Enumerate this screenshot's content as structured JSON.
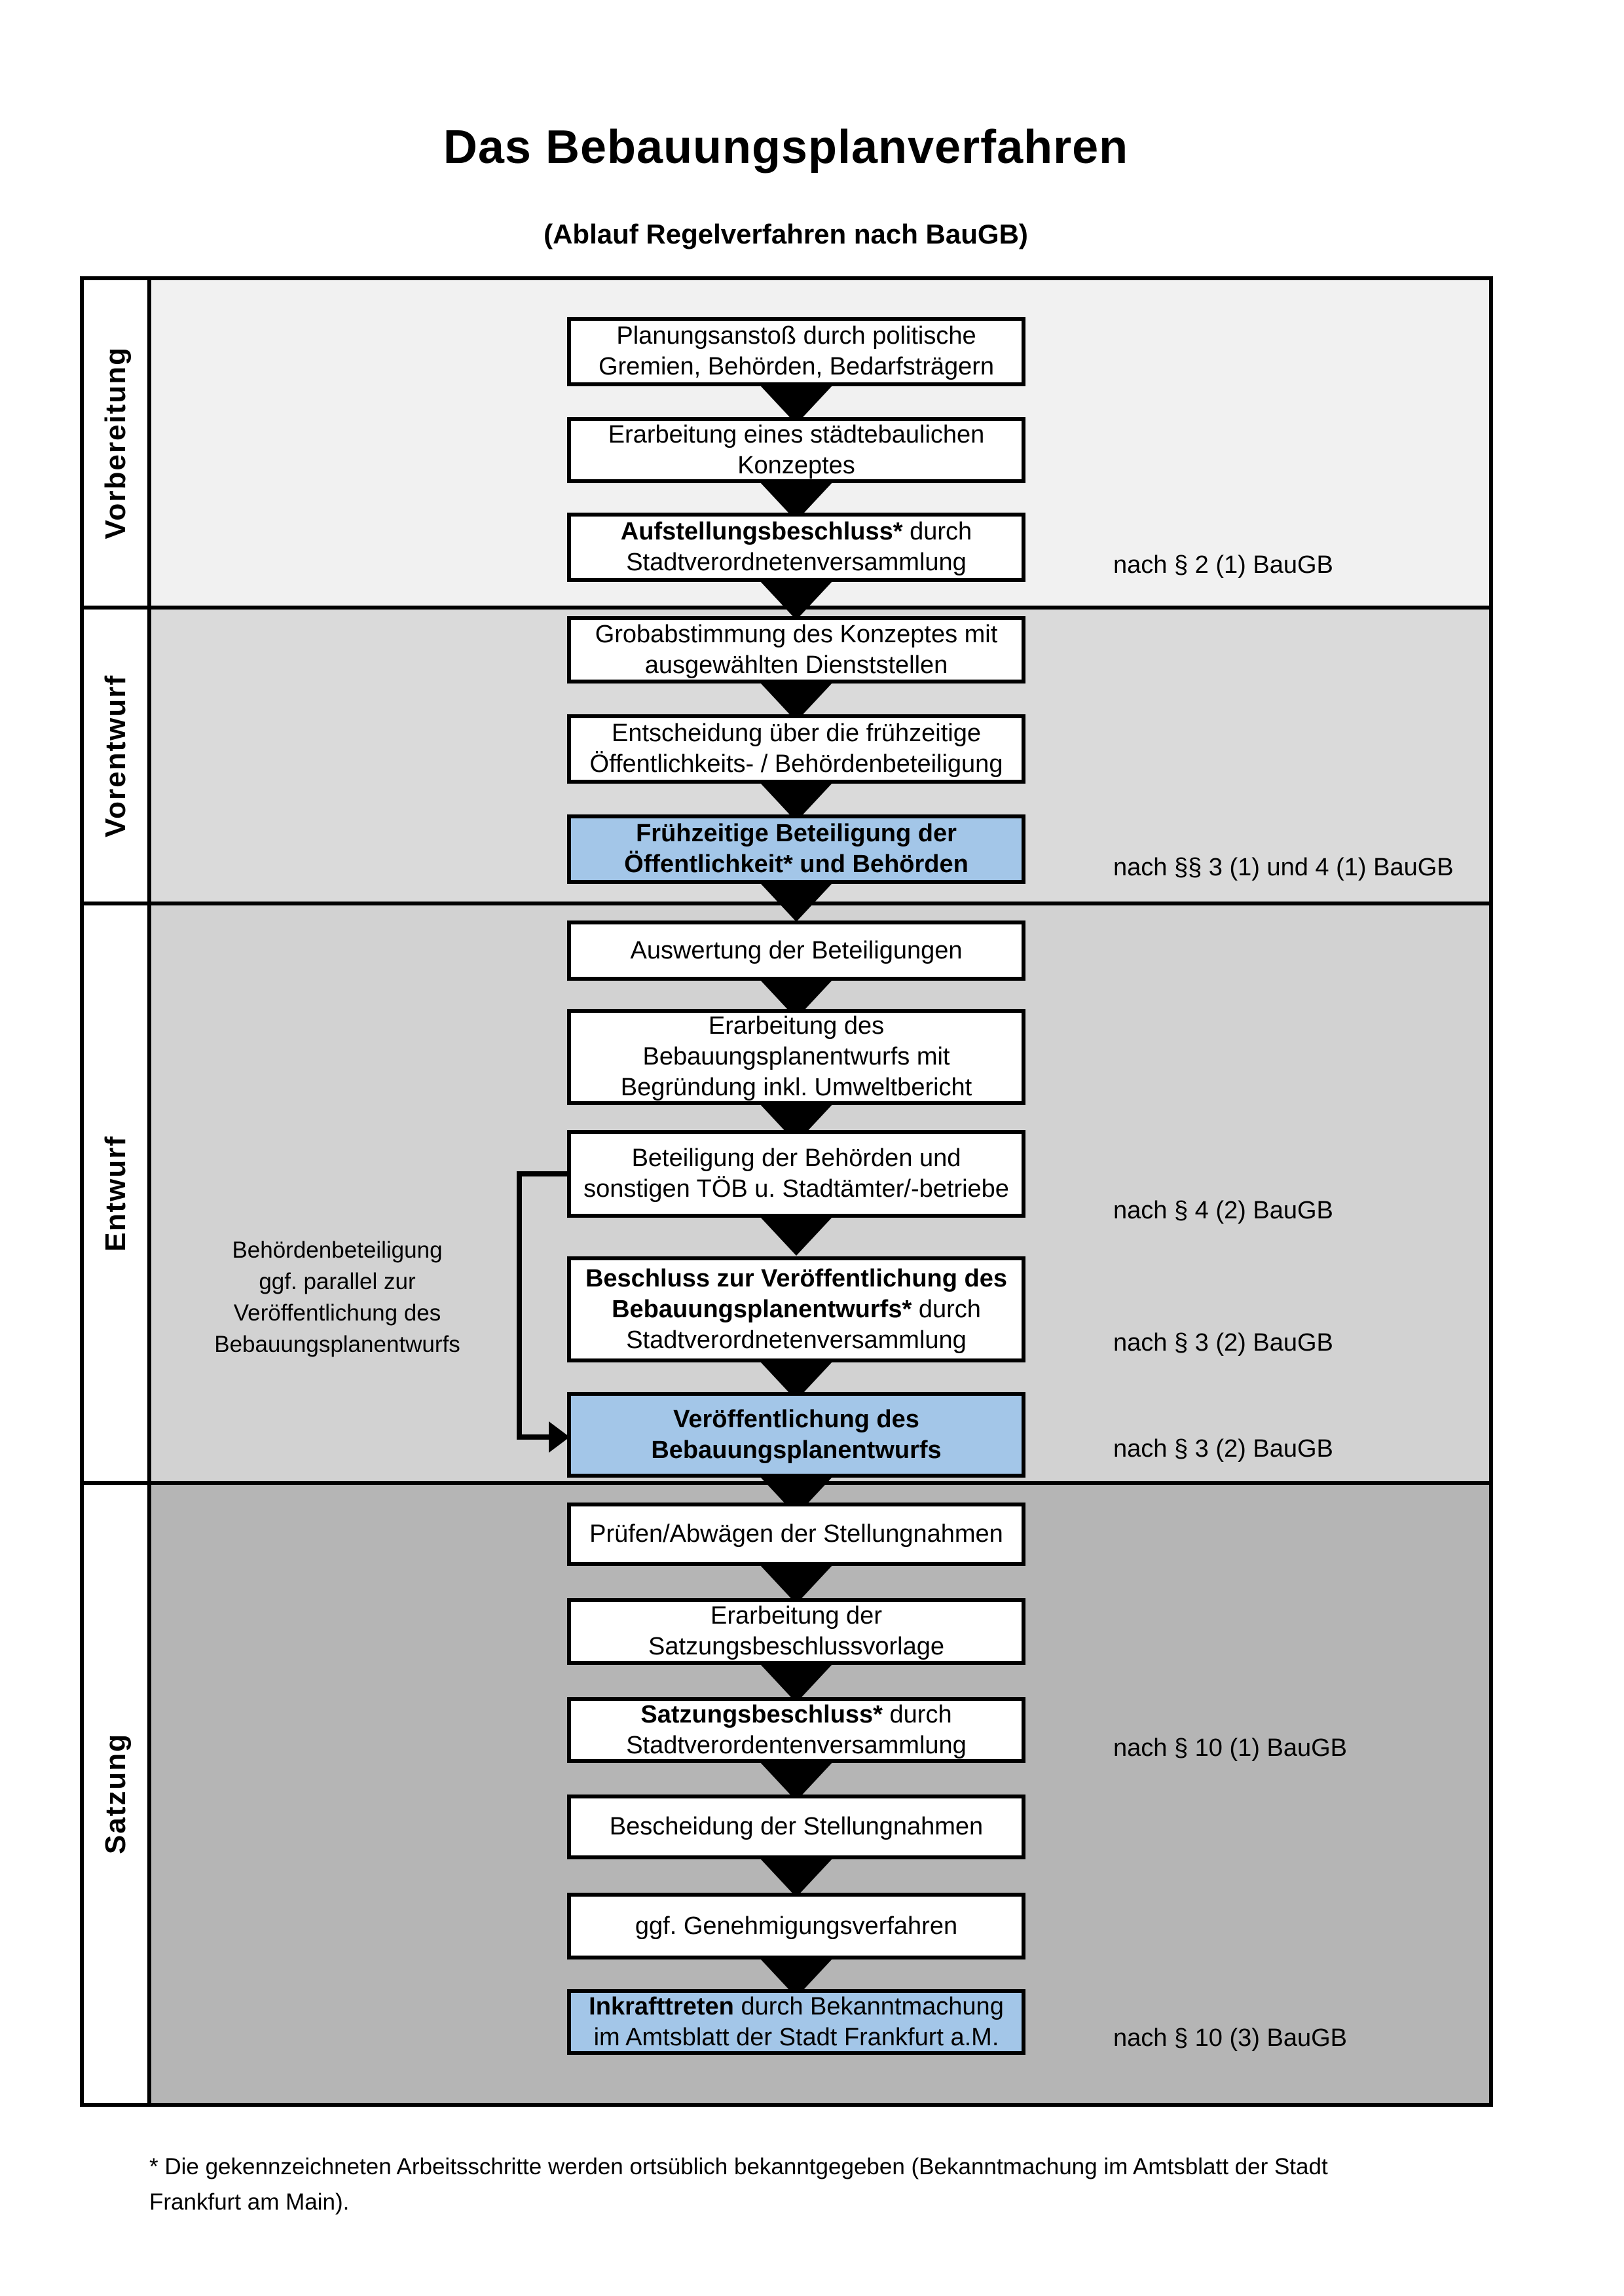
{
  "title": "Das Bebauungsplanverfahren",
  "subtitle": "(Ablauf Regelverfahren nach BauGB)",
  "sections": [
    {
      "label": "Vorbereitung"
    },
    {
      "label": "Vorentwurf"
    },
    {
      "label": "Entwurf"
    },
    {
      "label": "Satzung"
    }
  ],
  "steps": [
    {
      "lines": [
        {
          "text": "Planungsanstoß durch politische"
        },
        {
          "text": "Gremien, Behörden, Bedarfsträgern"
        }
      ]
    },
    {
      "lines": [
        {
          "text": "Erarbeitung eines städtebaulichen"
        },
        {
          "text": "Konzeptes"
        }
      ]
    },
    {
      "lines": [
        {
          "bold": "Aufstellungsbeschluss*",
          "text": " durch"
        },
        {
          "text": "Stadtverordnetenversammlung"
        }
      ]
    },
    {
      "lines": [
        {
          "text": "Grobabstimmung des Konzeptes mit"
        },
        {
          "text": "ausgewählten Dienststellen"
        }
      ]
    },
    {
      "lines": [
        {
          "text": "Entscheidung über die frühzeitige"
        },
        {
          "text": "Öffentlichkeits- / Behördenbeteiligung"
        }
      ]
    },
    {
      "lines": [
        {
          "bold": "Frühzeitige Beteiligung der"
        },
        {
          "bold": "Öffentlichkeit* und Behörden"
        }
      ]
    },
    {
      "lines": [
        {
          "text": "Auswertung der Beteiligungen"
        }
      ]
    },
    {
      "lines": [
        {
          "text": "Erarbeitung des"
        },
        {
          "text": "Bebauungsplanentwurfs mit"
        },
        {
          "text": "Begründung inkl. Umweltbericht"
        }
      ]
    },
    {
      "lines": [
        {
          "text": "Beteiligung der Behörden und"
        },
        {
          "text": "sonstigen TÖB u. Stadtämter/-betriebe"
        }
      ]
    },
    {
      "lines": [
        {
          "bold": "Beschluss zur Veröffentlichung des"
        },
        {
          "bold": "Bebauungsplanentwurfs*",
          "text": " durch"
        },
        {
          "text": "Stadtverordnetenversammlung"
        }
      ]
    },
    {
      "lines": [
        {
          "bold": "Veröffentlichung des"
        },
        {
          "bold": "Bebauungsplanentwurfs"
        }
      ]
    },
    {
      "lines": [
        {
          "text": "Prüfen/Abwägen der Stellungnahmen"
        }
      ]
    },
    {
      "lines": [
        {
          "text": "Erarbeitung der"
        },
        {
          "text": "Satzungsbeschlussvorlage"
        }
      ]
    },
    {
      "lines": [
        {
          "bold": "Satzungsbeschluss*",
          "text": " durch"
        },
        {
          "text": "Stadtverordentenversammlung"
        }
      ]
    },
    {
      "lines": [
        {
          "text": "Bescheidung der Stellungnahmen"
        }
      ]
    },
    {
      "lines": [
        {
          "text": "ggf. Genehmigungsverfahren"
        }
      ]
    },
    {
      "lines": [
        {
          "bold": "Inkrafttreten",
          "text": " durch Bekanntmachung"
        },
        {
          "text": "im Amtsblatt der Stadt Frankfurt a.M."
        }
      ]
    }
  ],
  "annotations": [
    "nach § 2 (1) BauGB",
    "nach §§ 3 (1) und 4 (1) BauGB",
    "nach § 4 (2) BauGB",
    "nach § 3 (2) BauGB",
    "nach § 3 (2) BauGB",
    "nach § 10 (1) BauGB",
    "nach § 10 (3) BauGB"
  ],
  "side_note": {
    "lines": [
      "Behördenbeteiligung",
      "ggf. parallel zur",
      "Veröffentlichung des",
      "Bebauungsplanentwurfs"
    ]
  },
  "footnote": {
    "lines": [
      "* Die gekennzeichneten Arbeitsschritte werden ortsüblich bekanntgegeben (Bekanntmachung im Amtsblatt  der Stadt",
      "Frankfurt am Main)."
    ]
  },
  "colors": {
    "highlight_blue": "#a3c6e8",
    "section_backgrounds": [
      "#f1f1f1",
      "#dadada",
      "#d2d2d2",
      "#b5b5b5"
    ],
    "line_color": "#000000"
  }
}
